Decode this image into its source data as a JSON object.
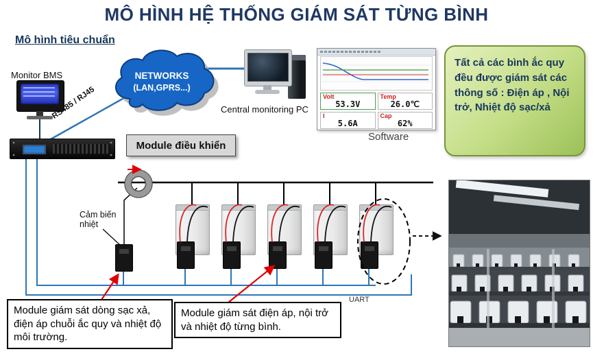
{
  "title": "MÔ HÌNH HỆ THỐNG GIÁM SÁT TỪNG BÌNH",
  "subtitle": "Mô hình tiêu chuẩn",
  "nodes": {
    "monitor_bms": "Monitor BMS",
    "networks_line1": "NETWORKS",
    "networks_line2": "(LAN,GPRS...)",
    "central_pc": "Central monitoring PC",
    "software": "Software",
    "rs485": "RS485 / RJ45",
    "module_control": "Module điều khiển",
    "temp_sensor": "Cảm biến nhiệt",
    "uart": "UART"
  },
  "software_window": {
    "gauges": [
      {
        "label": "Volt",
        "value": "53.3V"
      },
      {
        "label": "Temp",
        "value": "26.0℃"
      },
      {
        "label": "I",
        "value": "5.6A"
      },
      {
        "label": "Cap",
        "value": "62%"
      }
    ]
  },
  "green_note": "Tất cả các bình ắc quy đều được giám sát các thông số : Điện áp , Nội trở, Nhiệt độ  sạc/xả",
  "callouts": [
    "Module giám sát dòng sạc xả, điện áp chuỗi ắc quy và nhiệt độ môi trường.",
    "Module giám sát điện áp, nội trở và nhiệt độ từng bình."
  ],
  "colors": {
    "title_navy": "#1F3864",
    "line_blue": "#2E75B6",
    "cloud_blue": "#1766C5",
    "note_green_border": "#77933C",
    "arrow_red": "#E00000"
  }
}
